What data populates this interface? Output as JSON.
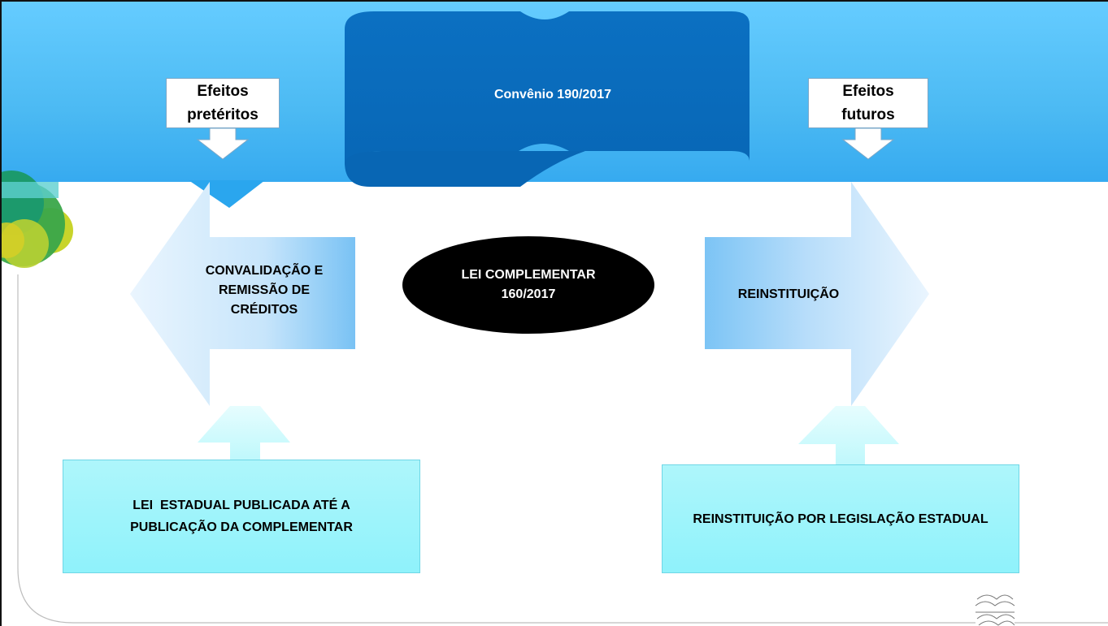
{
  "diagram": {
    "top_left_label": "Efeitos pretéritos",
    "top_left_line1": "Efeitos",
    "top_left_line2": "pretéritos",
    "top_right_line1": "Efeitos",
    "top_right_line2": "futuros",
    "center_top": "Convênio 190/2017",
    "center_ellipse_line1": "LEI COMPLEMENTAR",
    "center_ellipse_line2": "160/2017",
    "left_arrow_line1": "CONVALIDAÇÃO E",
    "left_arrow_line2": "REMISSÃO DE",
    "left_arrow_line3": "CRÉDITOS",
    "right_arrow": "REINSTITUIÇÃO",
    "bottom_left_line1": "LEI  ESTADUAL PUBLICADA ATÉ A",
    "bottom_left_line2": "PUBLICAÇÃO DA COMPLEMENTAR",
    "bottom_right": "REINSTITUIÇÃO POR LEGISLAÇÃO ESTADUAL"
  },
  "colors": {
    "banner": "#4cbaf3",
    "scroll": "#0070c0",
    "ellipse": "#000000",
    "arrow_light": "#cfe9fc",
    "arrow_mid": "#79c3f5",
    "bottom_box": "#95f3fb"
  },
  "icons": [
    "decorative-circles-icon",
    "wave-logo-icon"
  ]
}
